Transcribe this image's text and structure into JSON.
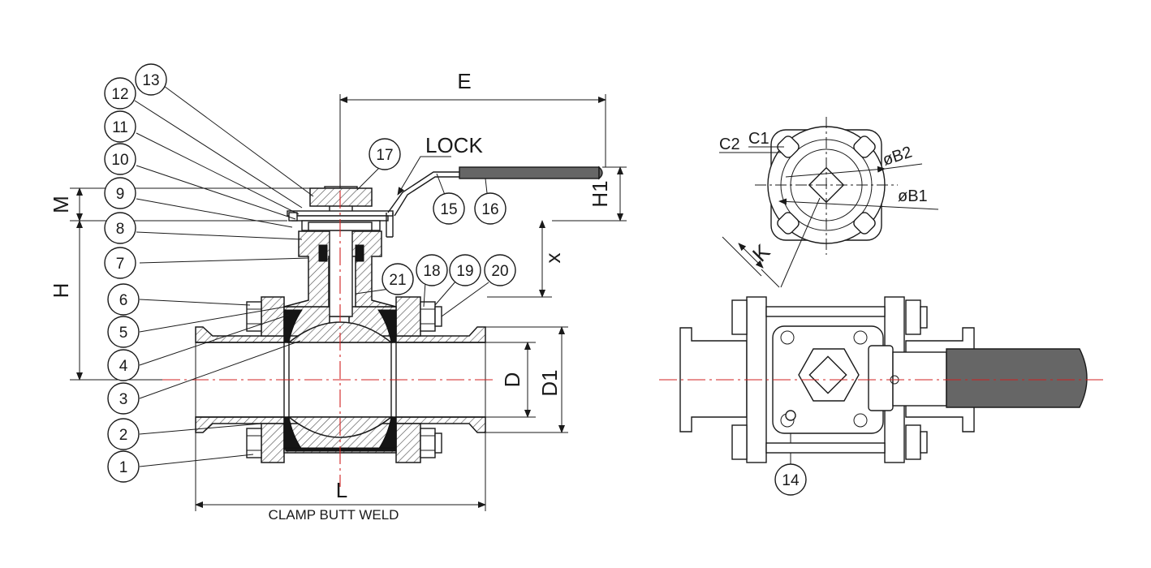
{
  "balloons": [
    {
      "num": "1"
    },
    {
      "num": "2"
    },
    {
      "num": "3"
    },
    {
      "num": "4"
    },
    {
      "num": "5"
    },
    {
      "num": "6"
    },
    {
      "num": "7"
    },
    {
      "num": "8"
    },
    {
      "num": "9"
    },
    {
      "num": "10"
    },
    {
      "num": "11"
    },
    {
      "num": "12"
    },
    {
      "num": "13"
    },
    {
      "num": "14"
    },
    {
      "num": "15"
    },
    {
      "num": "16"
    },
    {
      "num": "17"
    },
    {
      "num": "18"
    },
    {
      "num": "19"
    },
    {
      "num": "20"
    },
    {
      "num": "21"
    }
  ],
  "dimensions": {
    "e": "E",
    "m": "M",
    "h": "H",
    "h1": "H1",
    "x": "x",
    "d": "D",
    "d1": "D1",
    "l": "L",
    "k": "K",
    "b1": "øB1",
    "b2": "øB2",
    "c1": "C1",
    "c2": "C2"
  },
  "labels": {
    "lock": "LOCK",
    "caption": "CLAMP BUTT WELD"
  },
  "colors": {
    "centerline": "#d02020",
    "handle_grip": "#666666",
    "seat": "#151515"
  }
}
